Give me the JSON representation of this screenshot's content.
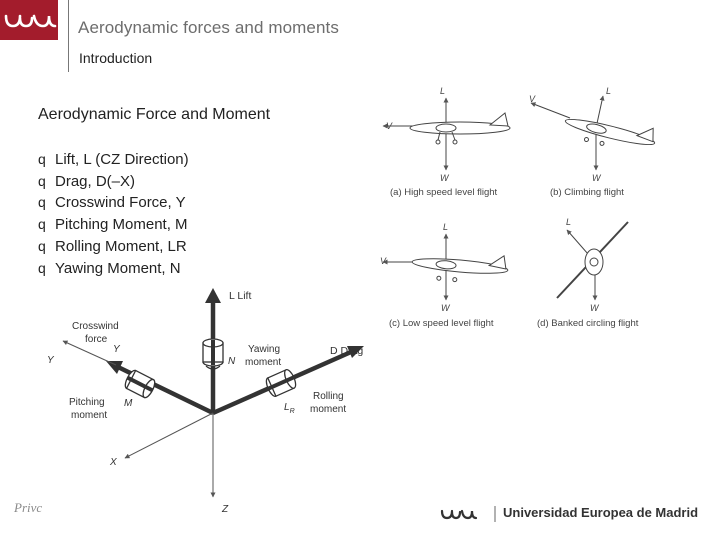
{
  "header": {
    "title": "Aerodynamic forces and moments",
    "subtitle": "Introduction"
  },
  "section_title": "Aerodynamic Force and Moment",
  "bullet_marker": "q",
  "bullets": [
    "Lift, L (CZ Direction)",
    "Drag, D(–X)",
    "Crosswind Force, Y",
    "Pitching Moment, M",
    "Rolling Moment, LR",
    "Yawing Moment, N"
  ],
  "axes_figure": {
    "lift": "L Lift",
    "drag": "D Drag",
    "crosswind": [
      "Crosswind",
      "force"
    ],
    "crosswind_symbol": "Y",
    "y_axis": "Y",
    "yawing": [
      "Yawing",
      "moment"
    ],
    "yaw_symbol": "N",
    "pitching": [
      "Pitching",
      "moment"
    ],
    "pitch_symbol": "M",
    "rolling": [
      "Rolling",
      "moment"
    ],
    "roll_symbol": "L",
    "roll_subscript": "R",
    "x_axis": "X",
    "z_axis": "Z"
  },
  "flight_figure": {
    "v": "V",
    "l": "L",
    "w": "W",
    "captions": {
      "a": "(a) High speed level flight",
      "b": "(b) Climbing flight",
      "c": "(c) Low speed level flight",
      "d": "(d) Banked circling flight"
    }
  },
  "footer": {
    "note": "Privc",
    "brand": "Universidad Europea de Madrid"
  },
  "colors": {
    "brand_red": "#a31c2c"
  }
}
